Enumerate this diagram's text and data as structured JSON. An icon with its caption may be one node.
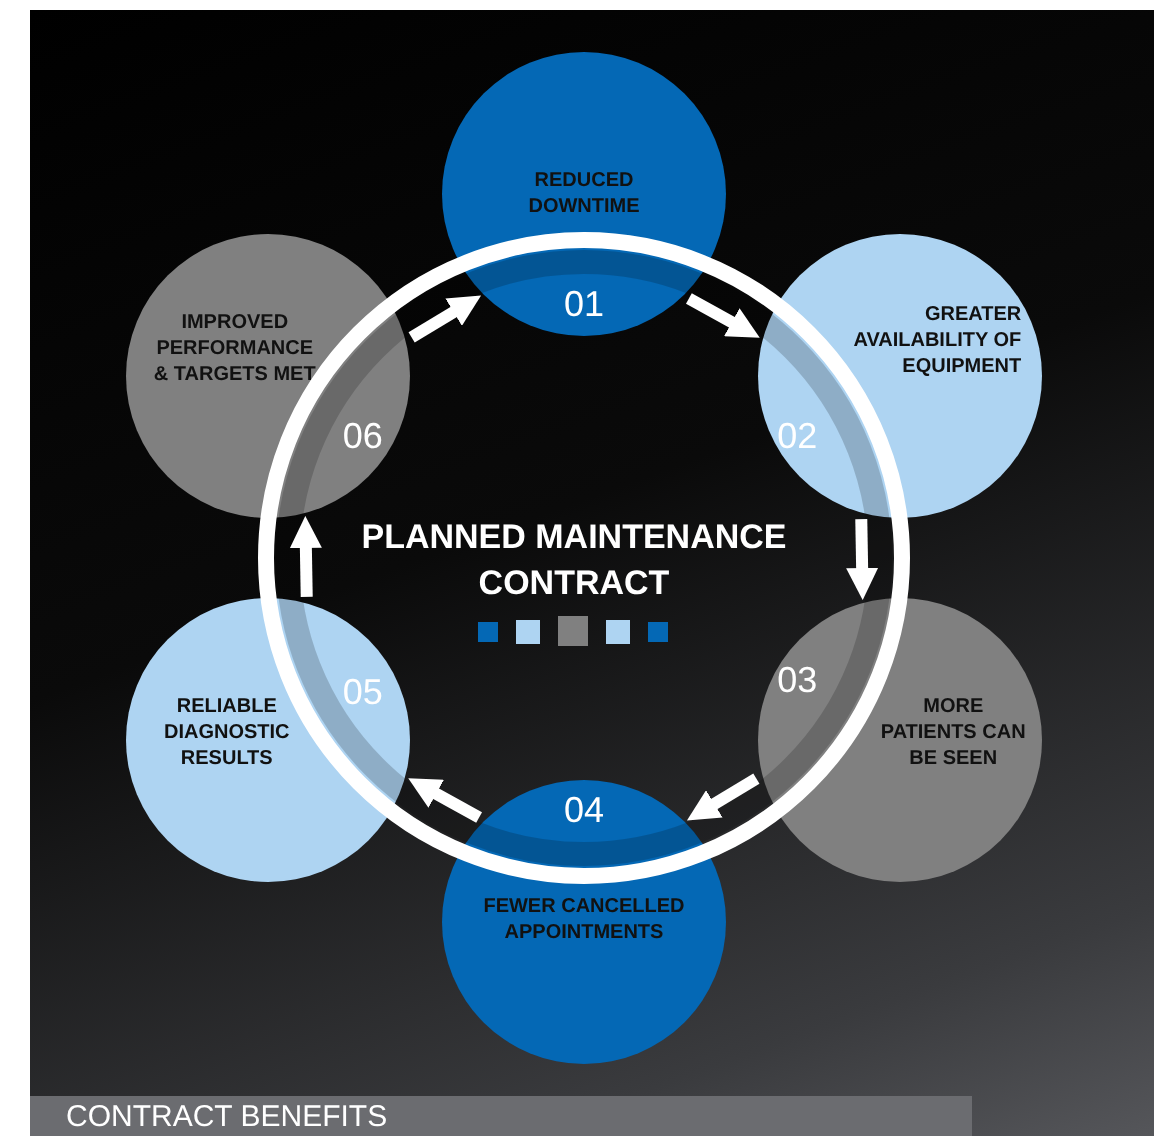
{
  "diagram": {
    "title": "PLANNED MAINTENANCE CONTRACT",
    "nodes": [
      {
        "text": [
          "REDUCED DOWNTIME",
          "01"
        ]
      },
      {
        "text": [
          "GREATER AVAILABILITY OF EQUIPMENT",
          "02"
        ]
      },
      {
        "text": [
          "03",
          "MORE PATIENTS CAN BE SEEN"
        ]
      },
      {
        "text": [
          "04",
          "FEWER CANCELLED APPOINTMENTS"
        ]
      },
      {
        "text": [
          "05",
          "RELIABLE DIAGNOSTIC RESULTS"
        ]
      },
      {
        "text": [
          "IMPROVED PERFORMANCE & TARGETS MET",
          "06"
        ]
      }
    ],
    "edges": [
      {
        "from": 0,
        "to": 1,
        "arrow": "to"
      },
      {
        "from": 1,
        "to": 2,
        "arrow": "to"
      },
      {
        "from": 2,
        "to": 3,
        "arrow": "to"
      },
      {
        "from": 3,
        "to": 4,
        "arrow": "to"
      },
      {
        "from": 4,
        "to": 5,
        "arrow": "to"
      },
      {
        "from": 5,
        "to": 0,
        "arrow": "to"
      }
    ],
    "labels": [
      "CONTRACT BENEFITS"
    ]
  }
}
